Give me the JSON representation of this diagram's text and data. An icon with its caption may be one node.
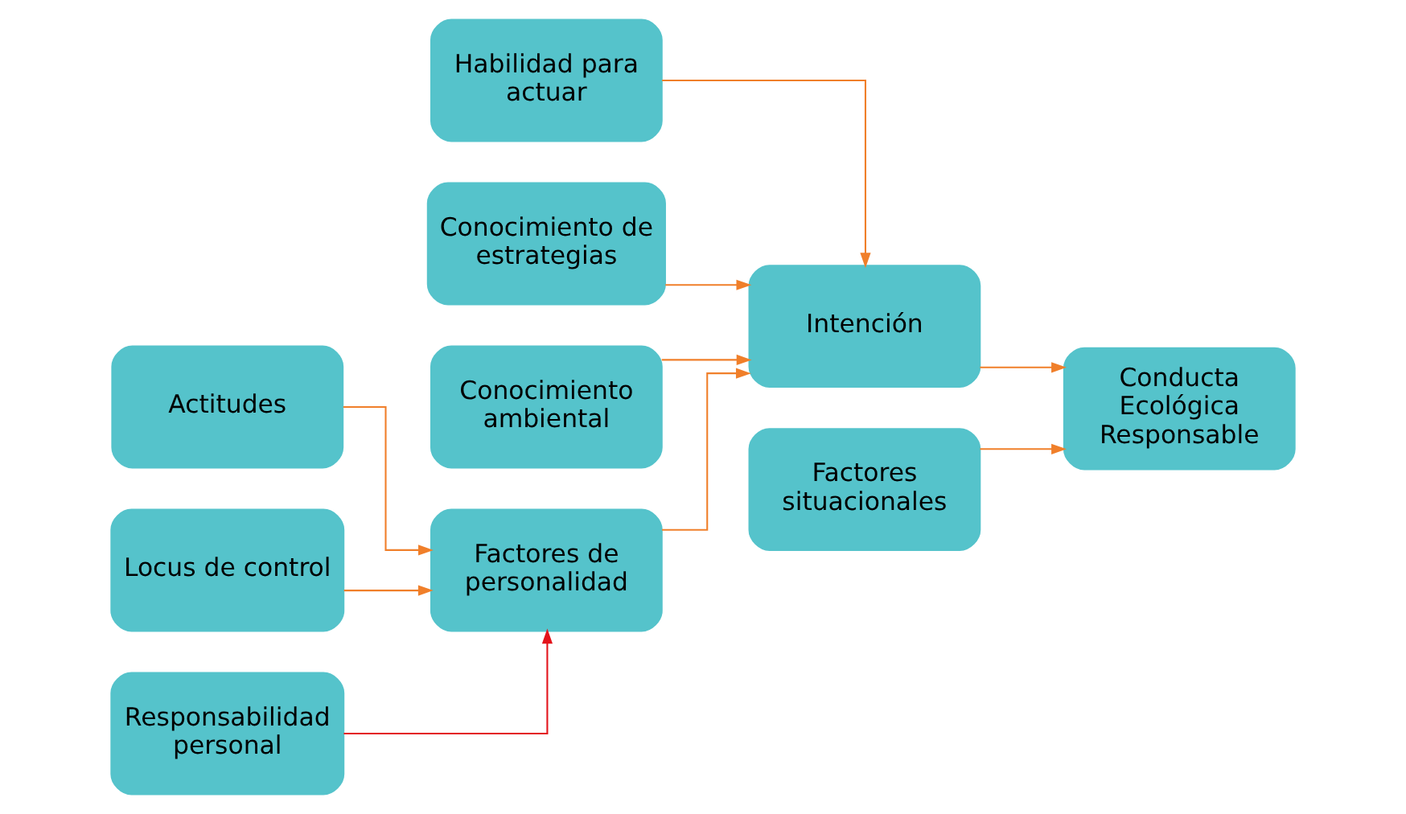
{
  "diagram": {
    "nodes": [
      {
        "text": [
          "Habilidad para actuar"
        ]
      },
      {
        "text": [
          "Factores situacionales"
        ]
      },
      {
        "text": [
          "Conocimiento de estrategias"
        ]
      },
      {
        "text": [
          "Actitudes"
        ]
      },
      {
        "text": [
          "Intención"
        ]
      },
      {
        "text": [
          "Conducta Ecológica Responsable"
        ]
      },
      {
        "text": [
          "Locus de control"
        ]
      },
      {
        "text": [
          "Conocimiento ambiental"
        ]
      },
      {
        "text": [
          "Responsabilidad personal"
        ]
      },
      {
        "text": [
          "Factores de personalidad"
        ]
      }
    ],
    "edges": [
      {
        "from": 0,
        "to": 4,
        "arrow": "to"
      },
      {
        "from": 1,
        "to": 5,
        "arrow": "to"
      },
      {
        "from": 2,
        "to": 4,
        "arrow": "to"
      },
      {
        "from": 7,
        "to": 4,
        "arrow": "to"
      },
      {
        "from": 4,
        "to": 5,
        "arrow": "to"
      },
      {
        "from": 9,
        "to": 4,
        "arrow": "to"
      },
      {
        "from": 3,
        "to": 9,
        "arrow": "to"
      },
      {
        "from": 6,
        "to": 9,
        "arrow": "to"
      },
      {
        "from": 8,
        "to": 9,
        "arrow": "to",
        "color": "#e3141b"
      }
    ]
  }
}
